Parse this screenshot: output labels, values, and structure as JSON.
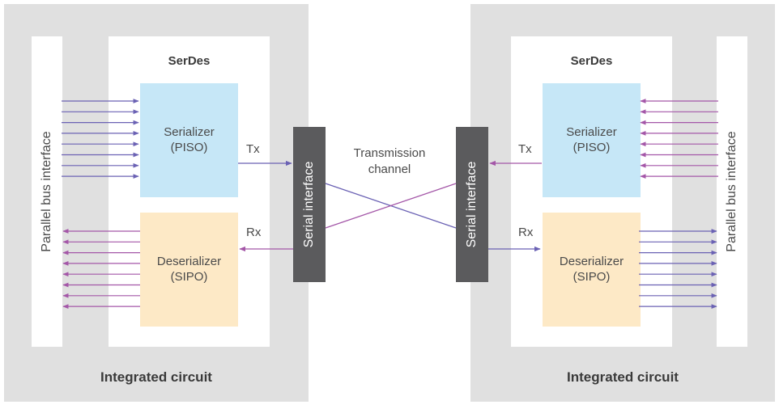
{
  "left_ic": {
    "label": "Integrated circuit",
    "parallel_bus_label": "Parallel bus interface",
    "serdes_title": "SerDes",
    "serializer": {
      "name": "Serializer",
      "type": "(PISO)"
    },
    "deserializer": {
      "name": "Deserializer",
      "type": "(SIPO)"
    },
    "tx_label": "Tx",
    "rx_label": "Rx",
    "serial_label": "Serial interface"
  },
  "right_ic": {
    "label": "Integrated circuit",
    "parallel_bus_label": "Parallel bus interface",
    "serdes_title": "SerDes",
    "serializer": {
      "name": "Serializer",
      "type": "(PISO)"
    },
    "deserializer": {
      "name": "Deserializer",
      "type": "(SIPO)"
    },
    "tx_label": "Tx",
    "rx_label": "Rx",
    "serial_label": "Serial interface"
  },
  "channel": {
    "line1": "Transmission",
    "line2": "channel"
  },
  "parallel_line_count": 8,
  "colors": {
    "ic_background": "#e0e0e0",
    "serializer_fill": "#c6e7f7",
    "deserializer_fill": "#fde9c6",
    "serial_interface_fill": "#5b5b5d",
    "blue_signal": "#6b62b4",
    "magenta_signal": "#a457a8"
  }
}
